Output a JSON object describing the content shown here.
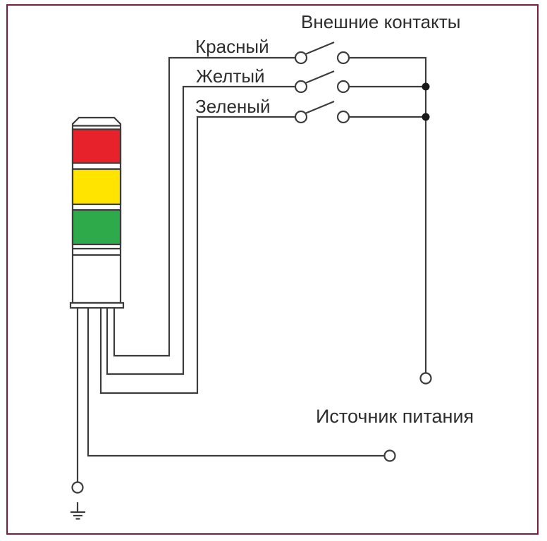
{
  "diagram": {
    "title": "Внешние контакты",
    "power_label": "Источник питания",
    "wires": [
      {
        "label": "Красный",
        "color_name": "red"
      },
      {
        "label": "Желтый",
        "color_name": "yellow"
      },
      {
        "label": "Зеленый",
        "color_name": "green"
      }
    ],
    "icons": [
      "ground-icon",
      "switch-contact-icon",
      "terminal-circle-icon",
      "junction-dot-icon"
    ]
  },
  "colors": {
    "red": "#e8222b",
    "yellow": "#ffe400",
    "green": "#2faa4a",
    "line": "#3c3c3c",
    "border": "#7a1d3d",
    "junction": "#1a1a1a",
    "text": "#2d2d2d",
    "body": "#ffffff"
  }
}
